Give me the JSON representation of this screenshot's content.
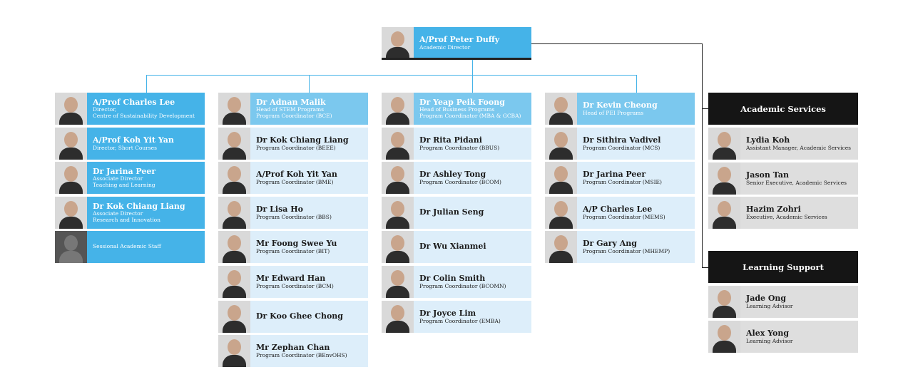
{
  "top": {
    "name": "A/Prof Peter Duffy",
    "role": "Academic Director"
  },
  "col1": [
    {
      "name": "A/Prof Charles Lee",
      "role": "Director,\nCentre of Sustainability Development"
    },
    {
      "name": "A/Prof Koh Yit Yan",
      "role": "Director, Short Courses"
    },
    {
      "name": "Dr Jarina Peer",
      "role": "Associate Director\nTeaching and Learning"
    },
    {
      "name": "Dr Kok Chiang Liang",
      "role": "Associate Director\nResearch and Innovation"
    },
    {
      "name": "",
      "role": "Sessional Academic Staff"
    }
  ],
  "col2": [
    {
      "name": "Dr Adnan Malik",
      "role": "Head of STEM Programs\nProgram Coordinator (BCE)"
    },
    {
      "name": "Dr Kok Chiang Liang",
      "role": "Program Coordinator (BEEE)"
    },
    {
      "name": "A/Prof Koh Yit Yan",
      "role": "Program Coordinator (BME)"
    },
    {
      "name": "Dr Lisa Ho",
      "role": "Program Coordinator (BBS)"
    },
    {
      "name": "Mr Foong Swee Yu",
      "role": "Program Coordinator (BIT)"
    },
    {
      "name": "Mr Edward Han",
      "role": "Program Coordinator (BCM)"
    },
    {
      "name": "Dr Koo Ghee Chong",
      "role": ""
    },
    {
      "name": "Mr Zephan Chan",
      "role": "Program Coordinator (BEnvOHS)"
    }
  ],
  "col3": [
    {
      "name": "Dr Yeap Peik Foong",
      "role": "Head of Business Programs\nProgram Coordinator (MBA & GCBA)"
    },
    {
      "name": "Dr Rita Pidani",
      "role": "Program Coordinator (BBUS)"
    },
    {
      "name": "Dr Ashley Tong",
      "role": "Program Coordinator (BCOM)"
    },
    {
      "name": "Dr Julian Seng",
      "role": ""
    },
    {
      "name": "Dr Wu Xianmei",
      "role": ""
    },
    {
      "name": "Dr Colin Smith",
      "role": "Program Coordinator (BCOMN)"
    },
    {
      "name": "Dr Joyce Lim",
      "role": "Program Coordinator (EMBA)"
    }
  ],
  "col4": [
    {
      "name": "Dr Kevin Cheong",
      "role": "Head of PEI Programs"
    },
    {
      "name": "Dr Sithira Vadivel",
      "role": "Program Coordinator (MCS)"
    },
    {
      "name": "Dr Jarina Peer",
      "role": "Program Coordinator (MSIE)"
    },
    {
      "name": "A/P Charles Lee",
      "role": "Program Coordinator (MEMS)"
    },
    {
      "name": "Dr Gary Ang",
      "role": "Program Coordinator (MHEMP)"
    }
  ],
  "academic_services": {
    "title": "Academic Services",
    "members": [
      {
        "name": "Lydia Koh",
        "role": "Assistant Manager, Academic Services"
      },
      {
        "name": "Jason Tan",
        "role": "Senior Executive, Academic Services"
      },
      {
        "name": "Hazim Zohri",
        "role": "Executive, Academic Services"
      }
    ]
  },
  "learning_support": {
    "title": "Learning Support",
    "members": [
      {
        "name": "Jade Ong",
        "role": "Learning Advisor"
      },
      {
        "name": "Alex Yong",
        "role": "Learning Advisor"
      }
    ]
  },
  "colors": {
    "blue": "#45b3e8",
    "light_blue": "#7bc8ee",
    "pale_blue": "#ddeefa",
    "grey": "#dedede",
    "header": "#151515"
  }
}
